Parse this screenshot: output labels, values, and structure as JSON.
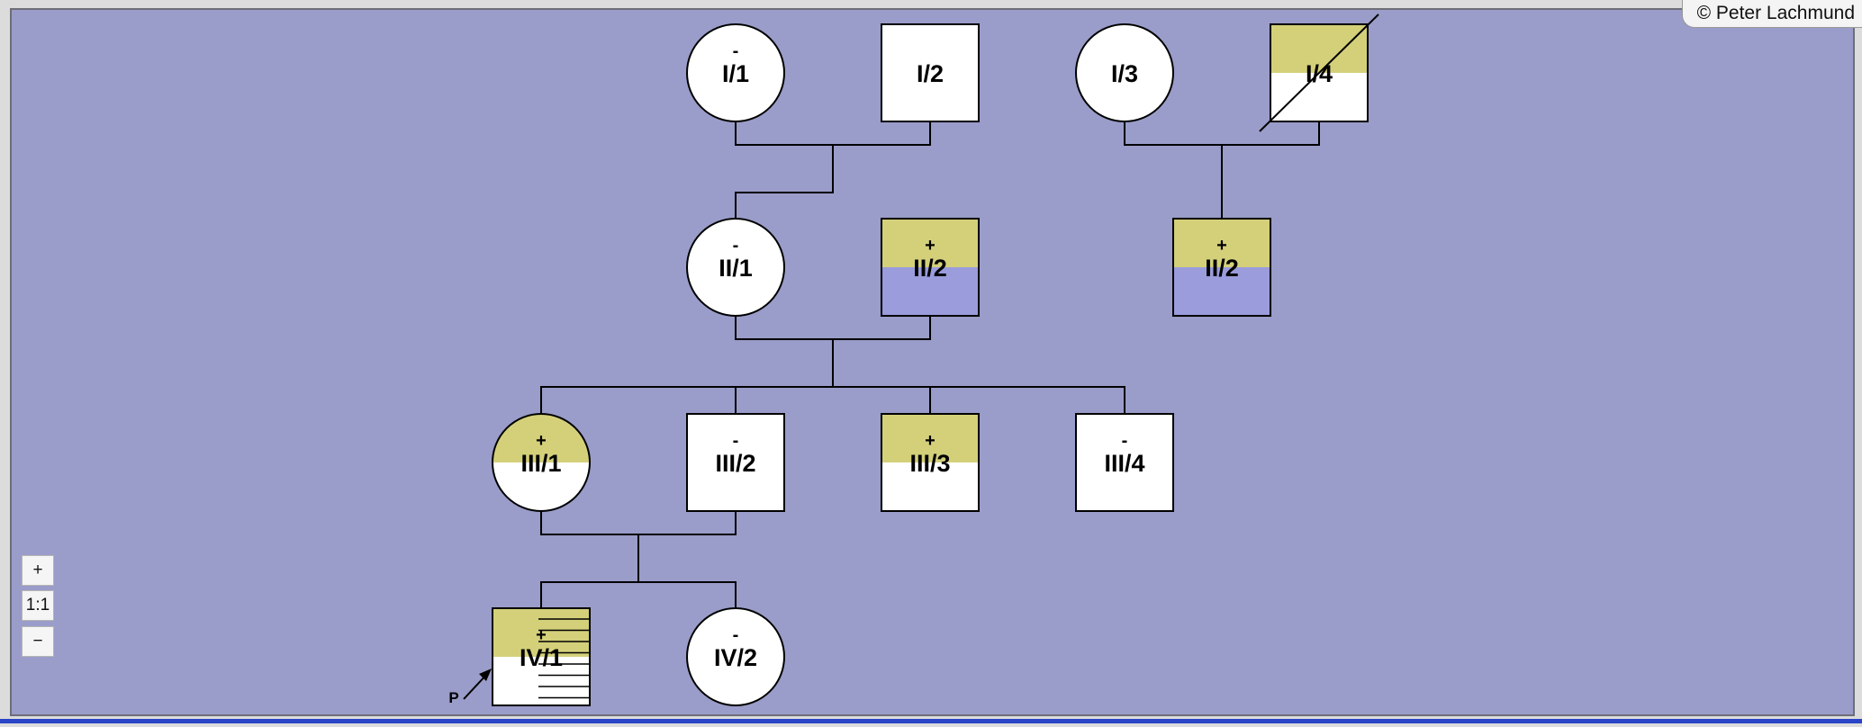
{
  "copyright": "© Peter Lachmund",
  "zoom": {
    "in": "+",
    "reset": "1:1",
    "out": "−"
  },
  "colors": {
    "background": "#9a9cc9",
    "affected": "#d4d07a",
    "lower_fill": "#9a9cdc",
    "white": "#ffffff",
    "line": "#000000"
  },
  "individuals": [
    {
      "id": "I/1",
      "sex": "female",
      "marker": "-",
      "top": "white",
      "bottom": "white"
    },
    {
      "id": "I/2",
      "sex": "male",
      "marker": "",
      "top": "white",
      "bottom": "white"
    },
    {
      "id": "I/3",
      "sex": "female",
      "marker": "",
      "top": "white",
      "bottom": "white"
    },
    {
      "id": "I/4",
      "sex": "male",
      "marker": "",
      "top": "affected",
      "bottom": "white",
      "deceased": true
    },
    {
      "id": "II/1",
      "sex": "female",
      "marker": "-",
      "top": "white",
      "bottom": "white"
    },
    {
      "id": "II/2",
      "sex": "male",
      "marker": "+",
      "top": "affected",
      "bottom": "lower_fill"
    },
    {
      "id": "II/2",
      "sex": "male",
      "marker": "+",
      "top": "affected",
      "bottom": "lower_fill"
    },
    {
      "id": "III/1",
      "sex": "female",
      "marker": "+",
      "top": "affected",
      "bottom": "white"
    },
    {
      "id": "III/2",
      "sex": "male",
      "marker": "-",
      "top": "white",
      "bottom": "white"
    },
    {
      "id": "III/3",
      "sex": "male",
      "marker": "+",
      "top": "affected",
      "bottom": "white"
    },
    {
      "id": "III/4",
      "sex": "male",
      "marker": "-",
      "top": "white",
      "bottom": "white"
    },
    {
      "id": "IV/1",
      "sex": "male",
      "marker": "+",
      "top": "affected",
      "bottom": "white",
      "proband": true,
      "hatched": true
    },
    {
      "id": "IV/2",
      "sex": "female",
      "marker": "-",
      "top": "white",
      "bottom": "white"
    }
  ],
  "proband_label": "P"
}
